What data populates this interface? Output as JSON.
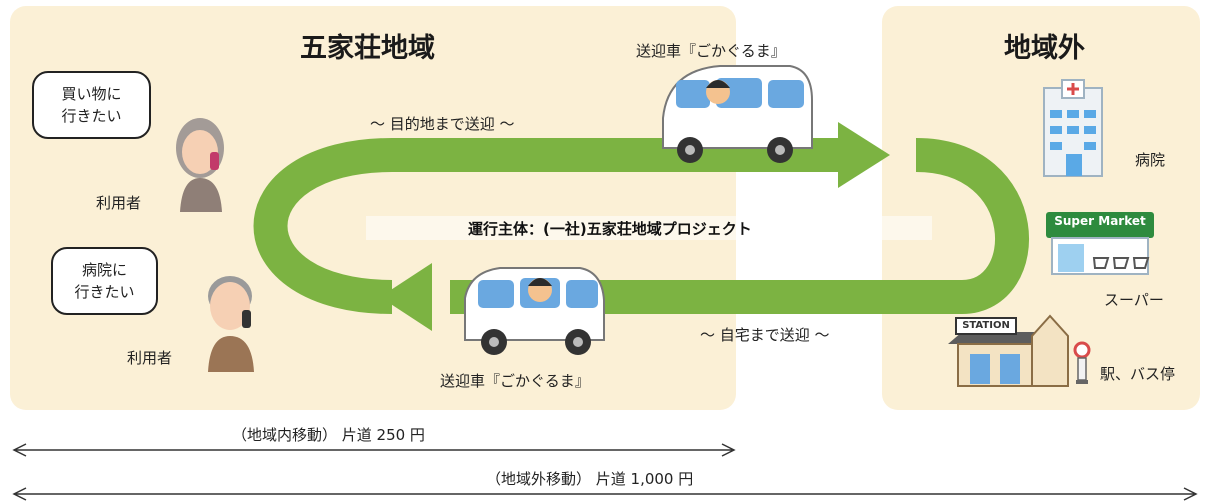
{
  "regions": {
    "inner_title": "五家荘地域",
    "outer_title": "地域外"
  },
  "users": [
    {
      "bubble_line1": "買い物に",
      "bubble_line2": "行きたい",
      "label": "利用者"
    },
    {
      "bubble_line1": "病院に",
      "bubble_line2": "行きたい",
      "label": "利用者"
    }
  ],
  "vehicles": {
    "top_label": "送迎車『ごかぐるま』",
    "bottom_label": "送迎車『ごかぐるま』"
  },
  "routes": {
    "outbound": "～ 目的地まで送迎 ～",
    "inbound": "～ 自宅まで送迎 ～"
  },
  "operator": "運行主体：(一社)五家荘地域プロジェクト",
  "destinations": {
    "hospital": "病院",
    "supermarket": "スーパー",
    "supermarket_sign": "Super Market",
    "station": "駅、バス停",
    "station_sign": "STATION"
  },
  "fares": {
    "inside": "（地域内移動） 片道 250 円",
    "outside": "（地域外移動） 片道 1,000 円"
  },
  "colors": {
    "panel": "#fbf0d6",
    "route_green": "#7cb342",
    "van_white": "#ffffff",
    "hospital_blue": "#5aa9e6",
    "market_green": "#2e8b3e"
  }
}
